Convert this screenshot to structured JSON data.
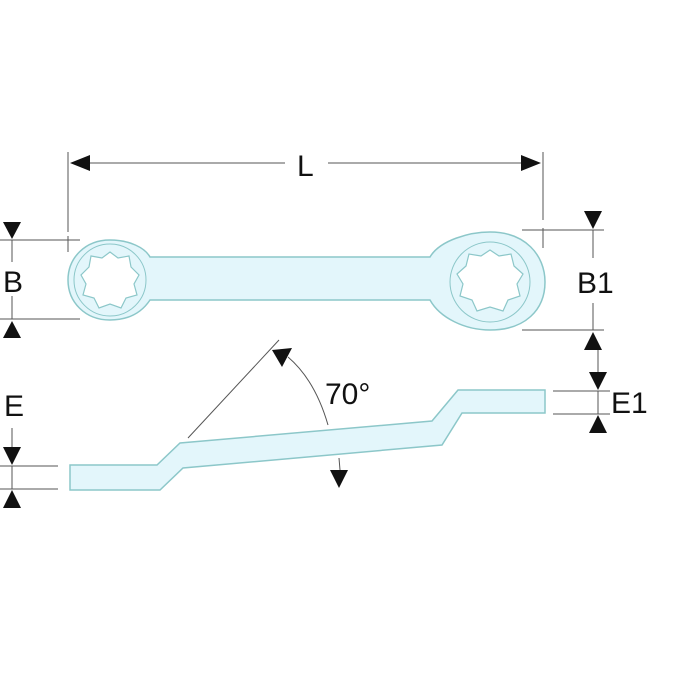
{
  "diagram": {
    "title": "Double offset ring spanner dimension drawing",
    "labels": {
      "length": "L",
      "head_width_left": "B",
      "head_width_right": "B1",
      "thickness_left": "E",
      "thickness_right": "E1",
      "angle": "70°"
    },
    "colors": {
      "body_fill": "#e3f6fb",
      "body_outline": "#8cc7c9",
      "dimension_line": "#555555",
      "arrow": "#111111",
      "background": "#ffffff"
    }
  }
}
